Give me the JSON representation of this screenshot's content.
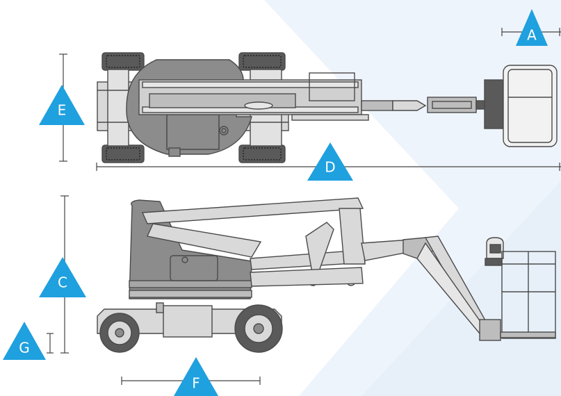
{
  "labels": {
    "a": "A",
    "c": "C",
    "d": "D",
    "e": "E",
    "f": "F",
    "g": "G"
  },
  "colors": {
    "marker": "#1fa0df",
    "background_shape": "#eef4fb",
    "body_dark": "#8c8c8c",
    "body_mid": "#bdbdbd",
    "body_light": "#d9d9d9",
    "outline": "#4a4a4a",
    "tire": "#5a5a5a",
    "dim_line": "#444444"
  },
  "icons": {
    "marker": "triangle-marker-icon",
    "machine_top": "boom-lift-top-view",
    "machine_side": "boom-lift-side-view"
  }
}
